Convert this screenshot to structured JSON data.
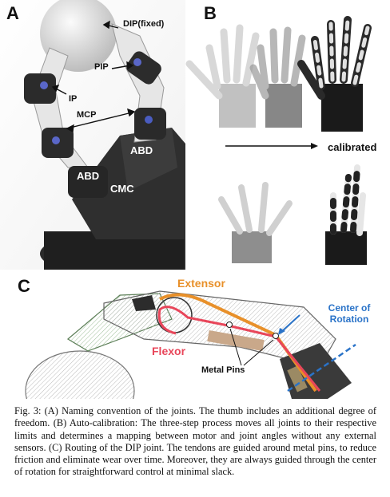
{
  "panels": {
    "a": "A",
    "b": "B",
    "c": "C"
  },
  "panel_a_labels": {
    "dip": "DIP(fixed)",
    "pip": "PIP",
    "ip": "IP",
    "mcp": "MCP",
    "abd_top": "ABD",
    "abd_bottom": "ABD",
    "cmc": "CMC"
  },
  "panel_b_labels": {
    "calibrated": "calibrated"
  },
  "panel_c_labels": {
    "extensor": "Extensor",
    "flexor": "Flexor",
    "metal_pins": "Metal Pins",
    "center_line1": "Center of",
    "center_line2": "Rotation"
  },
  "colors": {
    "extensor": "#e8902a",
    "flexor": "#e8465a",
    "center": "#2a73c8"
  },
  "caption": "Fig. 3: (A) Naming convention of the joints. The thumb includes an additional degree of freedom. (B) Auto-calibration: The three-step process moves all joints to their respective limits and determines a mapping between motor and joint angles without any external sensors. (C) Routing of the DIP joint. The tendons are guided around metal pins, to reduce friction and eliminate wear over time. Moreover, they are always guided through the center of rotation for straightforward control at minimal slack."
}
